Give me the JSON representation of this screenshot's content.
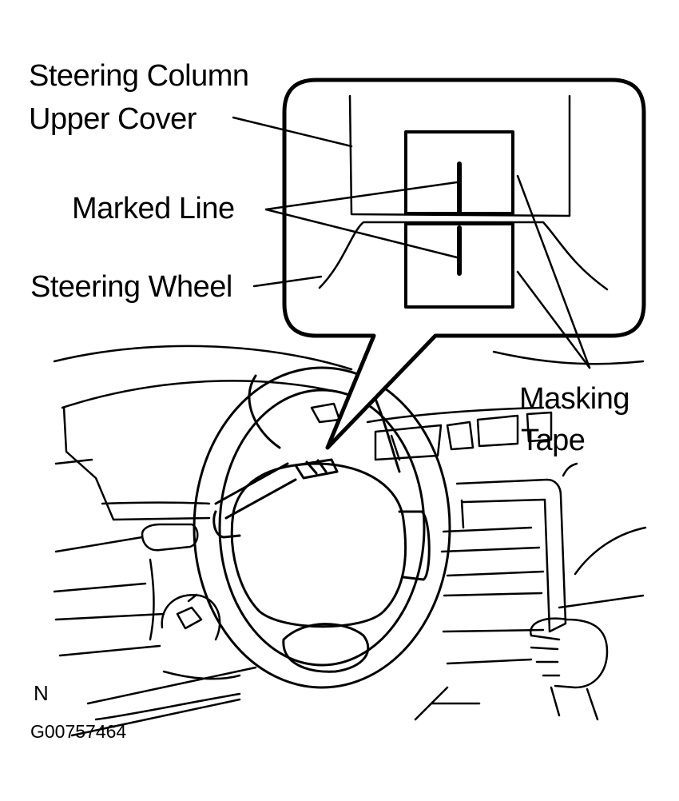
{
  "labels": {
    "steering_column_upper_cover_line1": "Steering Column",
    "steering_column_upper_cover_line2": "Upper Cover",
    "marked_line": "Marked Line",
    "steering_wheel": "Steering Wheel",
    "masking_tape_line1": "Masking",
    "masking_tape_line2": "Tape",
    "orientation_mark": "N",
    "figure_code": "G00757464"
  },
  "colors": {
    "ink": "#000000",
    "paper": "#ffffff"
  }
}
